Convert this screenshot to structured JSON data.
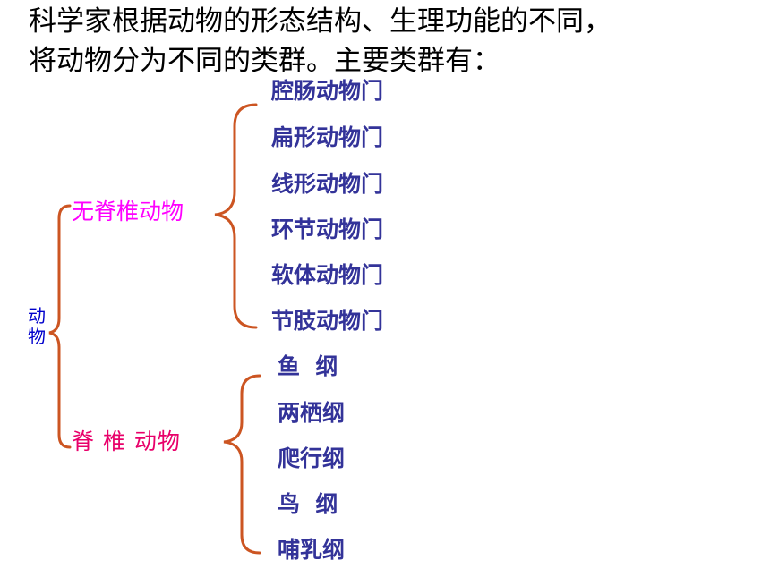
{
  "intro": {
    "line1": "科学家根据动物的形态结构、生理功能的不同，",
    "line2": "将动物分为不同的类群。主要类群有："
  },
  "root_label": "动物",
  "groups": [
    {
      "label": "无脊椎动物",
      "items": [
        "腔肠动物门",
        "扁形动物门",
        "线形动物门",
        "环节动物门",
        "软体动物门",
        "节肢动物门"
      ]
    },
    {
      "label": "脊 椎 动物",
      "items": [
        "鱼  纲",
        "两栖纲",
        "爬行纲",
        "鸟  纲",
        "哺乳纲"
      ]
    }
  ],
  "colors": {
    "brace": "#cc5522",
    "root": "#0000cc",
    "invertebrate": "#ff00ff",
    "vertebrate": "#e8006a",
    "items": "#333399",
    "intro": "#000000"
  }
}
